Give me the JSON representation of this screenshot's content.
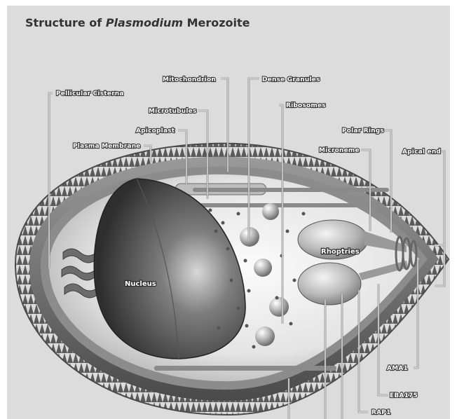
{
  "title": {
    "prefix": "Structure of ",
    "emphasis": "Plasmodium",
    "suffix": " Merozoite"
  },
  "labels": {
    "mitochondrion": "Mitochondrion",
    "dense_granules": "Dense Granules",
    "pellicular_cisterna": "Pellicular Cisterna",
    "microtubules": "Microtubules",
    "ribosomes": "Ribosomes",
    "apicoplast": "Apicoplast",
    "polar_rings": "Polar Rings",
    "plasma_membrane": "Plasma Membrane",
    "microneme": "Microneme",
    "apical_end": "Apical end",
    "rhoptries": "Rhoptries",
    "nucleus": "Nucleus",
    "ama1": "AMA1",
    "eba175": "EBA175",
    "rap1": "RAP1"
  },
  "colors": {
    "background": "#ffffff",
    "panel": "#dcdcdc",
    "title_text": "#333333",
    "label_fill": "#ffffff",
    "label_outline": "#333333",
    "leader_line": "#e8e8e8"
  }
}
